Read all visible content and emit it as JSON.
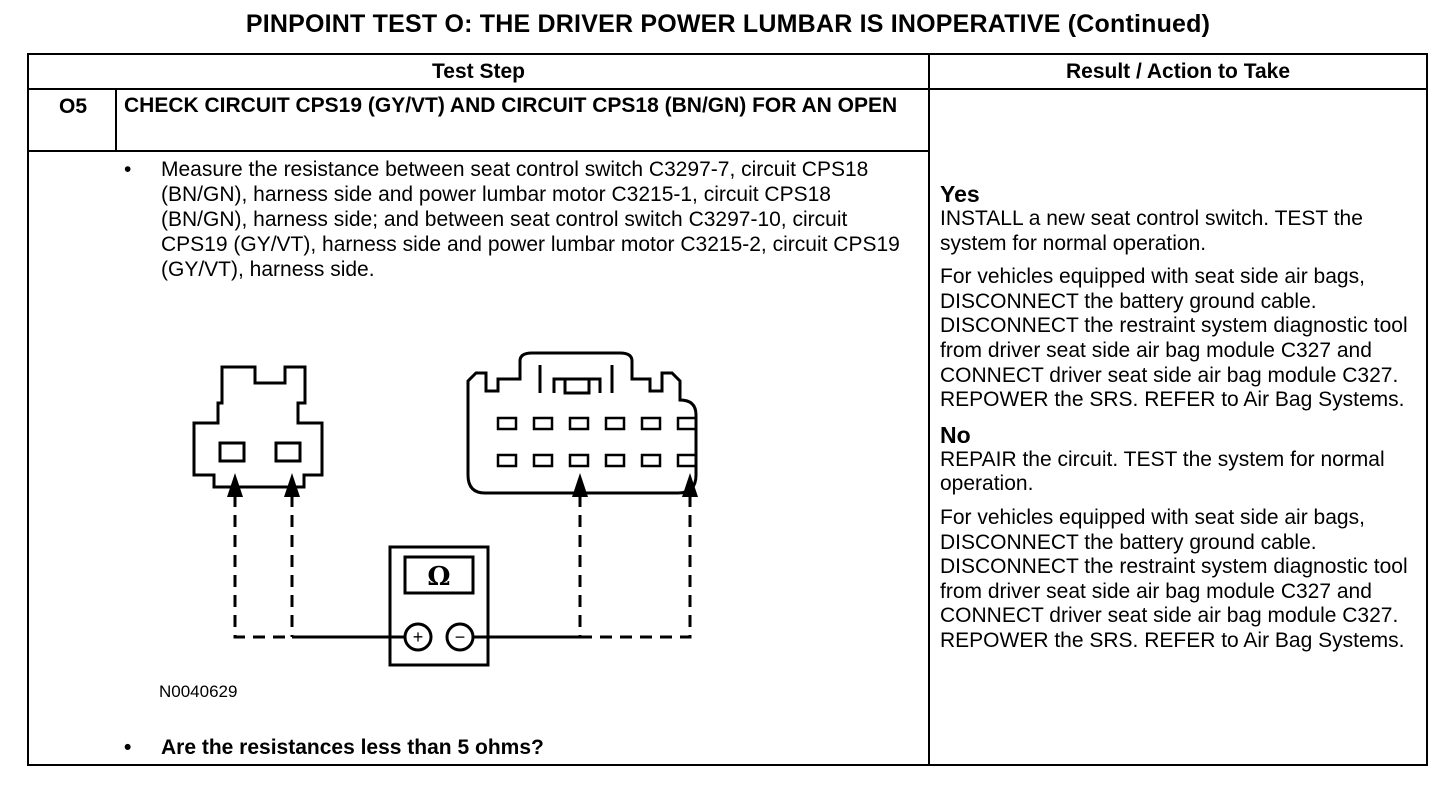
{
  "page_title": "PINPOINT TEST  O: THE DRIVER POWER LUMBAR IS INOPERATIVE (Continued)",
  "table": {
    "header_test_step": "Test Step",
    "header_result": "Result / Action to Take",
    "step_number": "O5",
    "step_title": "CHECK CIRCUIT CPS19 (GY/VT) AND CIRCUIT CPS18 (BN/GN) FOR AN OPEN",
    "bullet_symbol": "•",
    "measure_text": "Measure the resistance between seat control switch C3297-7, circuit CPS18 (BN/GN), harness side and power lumbar motor C3215-1, circuit CPS18 (BN/GN), harness side; and between seat  control switch C3297-10, circuit CPS19 (GY/VT), harness side and power lumbar motor C3215-2, circuit CPS19 (GY/VT), harness side.",
    "diagram_id": "N0040629",
    "ohmmeter_symbol": "Ω",
    "plus_symbol": "+",
    "minus_symbol": "−",
    "question": "Are the resistances less than 5 ohms?"
  },
  "results": {
    "yes_label": "Yes",
    "yes_action": "INSTALL a new seat control switch. TEST the system for normal operation.",
    "yes_note": "For vehicles equipped with seat side air bags, DISCONNECT the battery ground cable. DISCONNECT the restraint system diagnostic tool from driver seat side air bag module C327 and CONNECT driver seat side air bag module C327. REPOWER the SRS.  REFER to Air Bag Systems.",
    "no_label": "No",
    "no_action": "REPAIR the circuit. TEST the system for normal operation.",
    "no_note": "For vehicles equipped with seat side air bags, DISCONNECT the battery ground cable. DISCONNECT the restraint system diagnostic tool from driver seat side air bag module C327 and CONNECT driver seat side air bag module C327. REPOWER the SRS.  REFER to Air Bag Systems."
  }
}
